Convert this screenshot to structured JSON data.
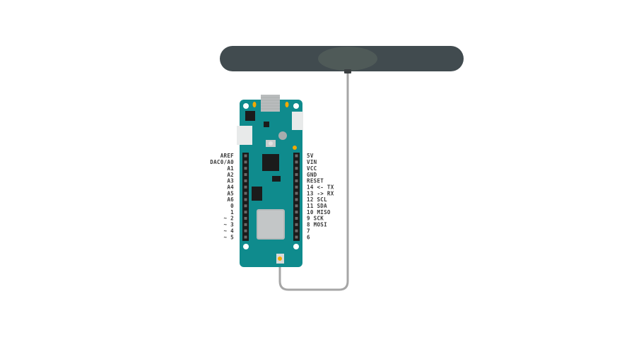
{
  "colors": {
    "board": "#0f8b8d",
    "board_dark": "#0a6f72",
    "antenna": "#414b4f",
    "cable": "#a6a6a6",
    "header": "#1b1b1b",
    "connector": "#f2a900"
  },
  "left_pins": [
    "AREF",
    "DAC0/A0",
    "A1",
    "A2",
    "A3",
    "A4",
    "A5",
    "A6",
    "0",
    "1",
    "~ 2",
    "~ 3",
    "~ 4",
    "~ 5"
  ],
  "right_pins": [
    "5V",
    "VIN",
    "VCC",
    "GND",
    "RESET",
    "14 <- TX",
    "13 -> RX",
    "12 SCL",
    "11 SDA",
    "10 MISO",
    "9 SCK",
    "8 MOSI",
    "7",
    "6"
  ]
}
